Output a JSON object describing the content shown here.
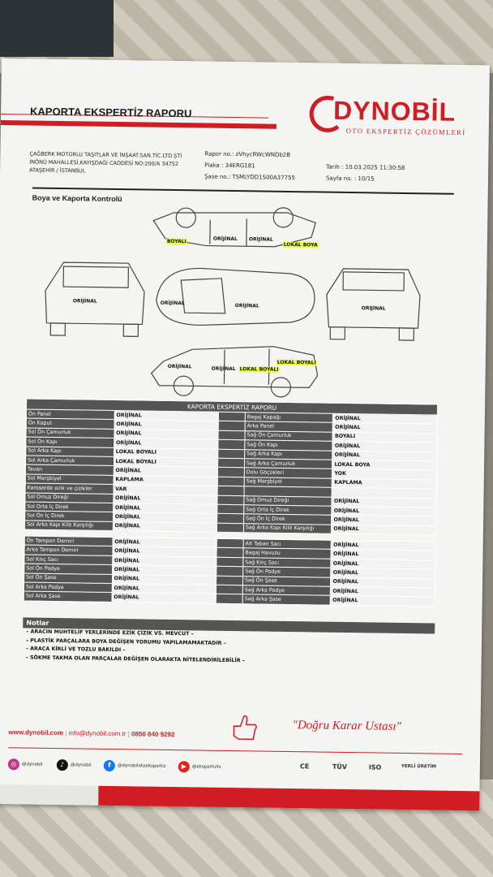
{
  "header": {
    "title": "KAPORTA EKSPERTİZ RAPORU",
    "logo_name": "DYNOBİL",
    "logo_sub": "OTO EKSPERTİZ ÇÖZÜMLERİ",
    "company_lines": [
      "ÇAĞBERK MOTORLU TAŞITLAR VE İNŞAAT.SAN.TİC.LTD.ŞTİ",
      "İNÖNÜ MAHALLESİ,KAYIŞDAĞI CADDESİ NO:200/A 34752",
      "ATAŞEHİR / İSTANBUL"
    ],
    "report_no": "Rapor no.: zVhycRWcWNDb2B",
    "plate": "Plaka : 34ERG181",
    "chassis": "Şase no.: TSMLYDD1S00A37755",
    "date": "Tarih : 10.03.2025 11:30:58",
    "page": "Sayfa no. : 10/15"
  },
  "section_title": "Boya ve Kaporta Kontrolü",
  "car_labels": {
    "top_side": [
      "BOYALI",
      "ORİJİNAL",
      "ORİJİNAL",
      "LOKAL BOYA"
    ],
    "front": "ORİJİNAL",
    "top": [
      "ORİJİNAL",
      "ORİJİNAL"
    ],
    "rear": "ORİJİNAL",
    "bottom_side": [
      "ORİJİNAL",
      "ORİJİNAL",
      "LOKAL BOYALI",
      "LOKAL BOYALI"
    ]
  },
  "table": {
    "header": "KAPORTA EKSPERTİZ RAPORU",
    "group1": [
      [
        "Ön Panel",
        "ORİJİNAL",
        "Bagaj Kapağı",
        "ORİJİNAL"
      ],
      [
        "Ön Kaput",
        "ORİJİNAL",
        "Arka Panel",
        "ORİJİNAL"
      ],
      [
        "Sol Ön Çamurluk",
        "ORİJİNAL",
        "Sağ Ön Çamurluk",
        "BOYALI"
      ],
      [
        "Sol Ön Kapı",
        "ORİJİNAL",
        "Sağ Ön Kapı",
        "ORİJİNAL"
      ],
      [
        "Sol Arka Kapı",
        "LOKAL BOYALI",
        "Sağ Arka Kapı",
        "ORİJİNAL"
      ],
      [
        "Sol Arka Çamurluk",
        "LOKAL BOYALI",
        "Sağ Arka Çamurluk",
        "LOKAL BOYA"
      ],
      [
        "Tavan",
        "ORİJİNAL",
        "Dolu Göçükleri",
        "YOK"
      ],
      [
        "Sol Marşbiyel",
        "KAPLAMA",
        "Sağ Marşbiyel",
        "KAPLAMA"
      ],
      [
        "Karoserde ezik ve çizikler",
        "VAR",
        "",
        ""
      ],
      [
        "Sol Omuz Direği",
        "ORİJİNAL",
        "Sağ Omuz Direği",
        "ORİJİNAL"
      ],
      [
        "Sol Orta İç Direk",
        "ORİJİNAL",
        "Sağ Orta İç Direk",
        "ORİJİNAL"
      ],
      [
        "Sol Ön İç Direk",
        "ORİJİNAL",
        "Sağ Ön İç Direk",
        "ORİJİNAL"
      ],
      [
        "Sol Arka Kapı Kilit Karşılığı",
        "ORİJİNAL",
        "Sağ Arka Kapı Kilit Karşılığı",
        "ORİJİNAL"
      ]
    ],
    "group2": [
      [
        "Ön Tampon Demiri",
        "ORİJİNAL",
        "Alt Taban Sacı",
        "ORİJİNAL"
      ],
      [
        "Arka Tampon Demiri",
        "ORİJİNAL",
        "Bagaj Havuzu",
        "ORİJİNAL"
      ],
      [
        "Sol Kılıç Sacı",
        "ORİJİNAL",
        "Sağ Kılıç Sacı",
        "ORİJİNAL"
      ],
      [
        "Sol Ön Podye",
        "ORİJİNAL",
        "Sağ Ön Podye",
        "ORİJİNAL"
      ],
      [
        "Sol Ön Şase",
        "ORİJİNAL",
        "Sağ Ön Şase",
        "ORİJİNAL"
      ],
      [
        "Sol Arka Podye",
        "ORİJİNAL",
        "Sağ Arka Podye",
        "ORİJİNAL"
      ],
      [
        "Sol Arka Şase",
        "ORİJİNAL",
        "Sağ Arka Şase",
        "ORİJİNAL"
      ]
    ]
  },
  "notes": {
    "header": "Notlar",
    "items": [
      "– ARACIN MUHTELİF YERLERİNDE EZİK ÇİZİK VS. MEVCUT –",
      "– PLASTİK PARÇALARA BOYA DEĞİŞEN YORUMU YAPILAMAMAKTADIR –",
      "– ARACA KİRLİ VE TOZLU BAKILDI –",
      "– SÖKME TAKMA OLAN PARÇALAR DEĞİŞEN OLARAKTA NİTELENDİRİLEBİLİR –"
    ]
  },
  "footer": {
    "website": "www.dynobil.com",
    "email": "info@dynobil.com.tr",
    "phone": "0850 840 9292",
    "slogan": "\"Doğru Karar Ustası\"",
    "socials": [
      "@dynobil",
      "@dynobil",
      "@dynobilotoekspertiz",
      "@ekspertiztv"
    ],
    "badges": [
      "CE",
      "TÜV",
      "ISO",
      "YERLİ ÜRETİM"
    ]
  },
  "colors": {
    "brand_red": "#d01c22",
    "table_dark": "#555555",
    "highlight": "#e8ff3a"
  }
}
